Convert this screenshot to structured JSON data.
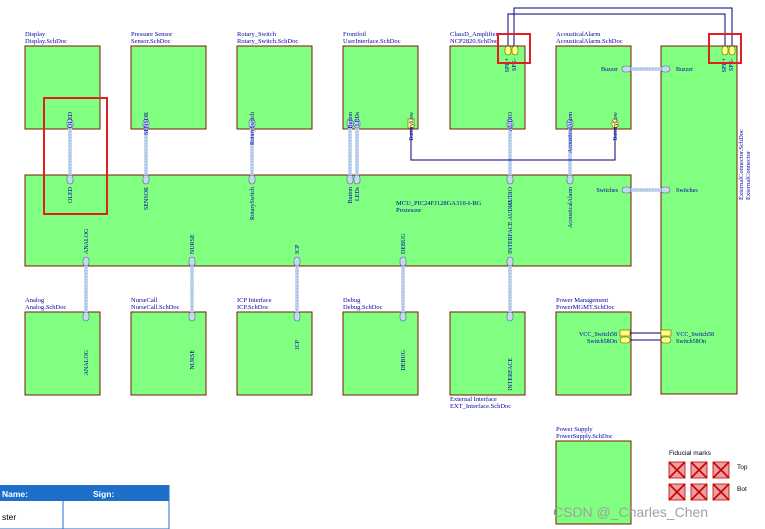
{
  "sheets": {
    "display": {
      "label": "Display",
      "file": "Display.SchDoc",
      "port": "OLED"
    },
    "pressure": {
      "label": "Pressure Sensor",
      "file": "Sensor.SchDoc",
      "port": "SENSOR"
    },
    "rotary": {
      "label": "Rotary_Switch",
      "file": "Rotary_Switch.SchDoc",
      "port": "RotarySwitch"
    },
    "frontfoil": {
      "label": "Frontfoil",
      "file": "UserInterface.SchDoc",
      "port_button": "Button",
      "port_leds": "LEDs",
      "port_battery": "BatteryLow"
    },
    "classd": {
      "label": "ClassD_Amplifier",
      "file": "NCP2820.SchDoc",
      "port_audio": "AUDIO",
      "port_spk_p": "SPK+",
      "port_spk_n": "SPK-"
    },
    "acoustic": {
      "label": "AcousticalAlarm",
      "file": "AcousticalAlarm.SchDoc",
      "port_alarm": "AcousticalAlarm",
      "port_battery": "BatteryLow"
    },
    "mcu": {
      "label": "MCU_PIC24FJ128GA310-I-BG",
      "file": "Prozessor",
      "port_oled": "OLED",
      "port_sensor": "SENSOR",
      "port_rotary": "RotarySwitch",
      "port_button": "Button",
      "port_leds": "LEDs",
      "port_audio": "AUDIO",
      "port_interface_audio": "INTERFACE AUDIO",
      "port_alarm": "AcousticalAlarm",
      "port_switches": "Switches",
      "port_analog": "ANALOG",
      "port_nurse": "NURSE",
      "port_icp": "ICP",
      "port_debug": "DEBUG"
    },
    "external": {
      "label": "ExternalConnector.SchDoc",
      "file": "ExternalConnector",
      "port_buzzer": "Buzzer",
      "port_switches": "Switches",
      "port_vcc": "VCC_Switch58",
      "port_switchon": "Switch58On",
      "port_spk_p": "SPK+",
      "port_spk_n": "SPK-"
    },
    "analog": {
      "label": "Analog",
      "file": "Analog.SchDoc",
      "port": "ANALOG"
    },
    "nurse": {
      "label": "NurseCall",
      "file": "NurseCall.SchDoc",
      "port": "NURSE"
    },
    "icp": {
      "label": "ICP Interface",
      "file": "ICP.SchDoc",
      "port": "ICP"
    },
    "debug": {
      "label": "Debug",
      "file": "Debug.SchDoc",
      "port": "DEBUG"
    },
    "extiface": {
      "label": "External Interface",
      "file": "EXT_Interface.SchDoc",
      "port": "INTERFACE"
    },
    "power": {
      "label": "Power Management",
      "file": "PowerMGMT.SchDoc",
      "port_vcc": "VCC_Switch58",
      "port_switchon": "Switch58On"
    },
    "supply": {
      "label": "Power Supply",
      "file": "PowerSupply.SchDoc"
    }
  },
  "buzzer_label": "Buzzer",
  "fiducial": {
    "title": "Fiducial marks",
    "top": "Top",
    "bot": "Bot"
  },
  "title_table": {
    "col_name": "Name:",
    "col_sign": "Sign:",
    "row1_name": "ster"
  },
  "watermark": "CSDN @_Charles_Chen",
  "colors": {
    "sheet_fill": "#80ff80",
    "sheet_border": "#7a1a00",
    "text": "#0000a8",
    "highlight": "#e02020",
    "table_header": "#1e6fc8"
  }
}
